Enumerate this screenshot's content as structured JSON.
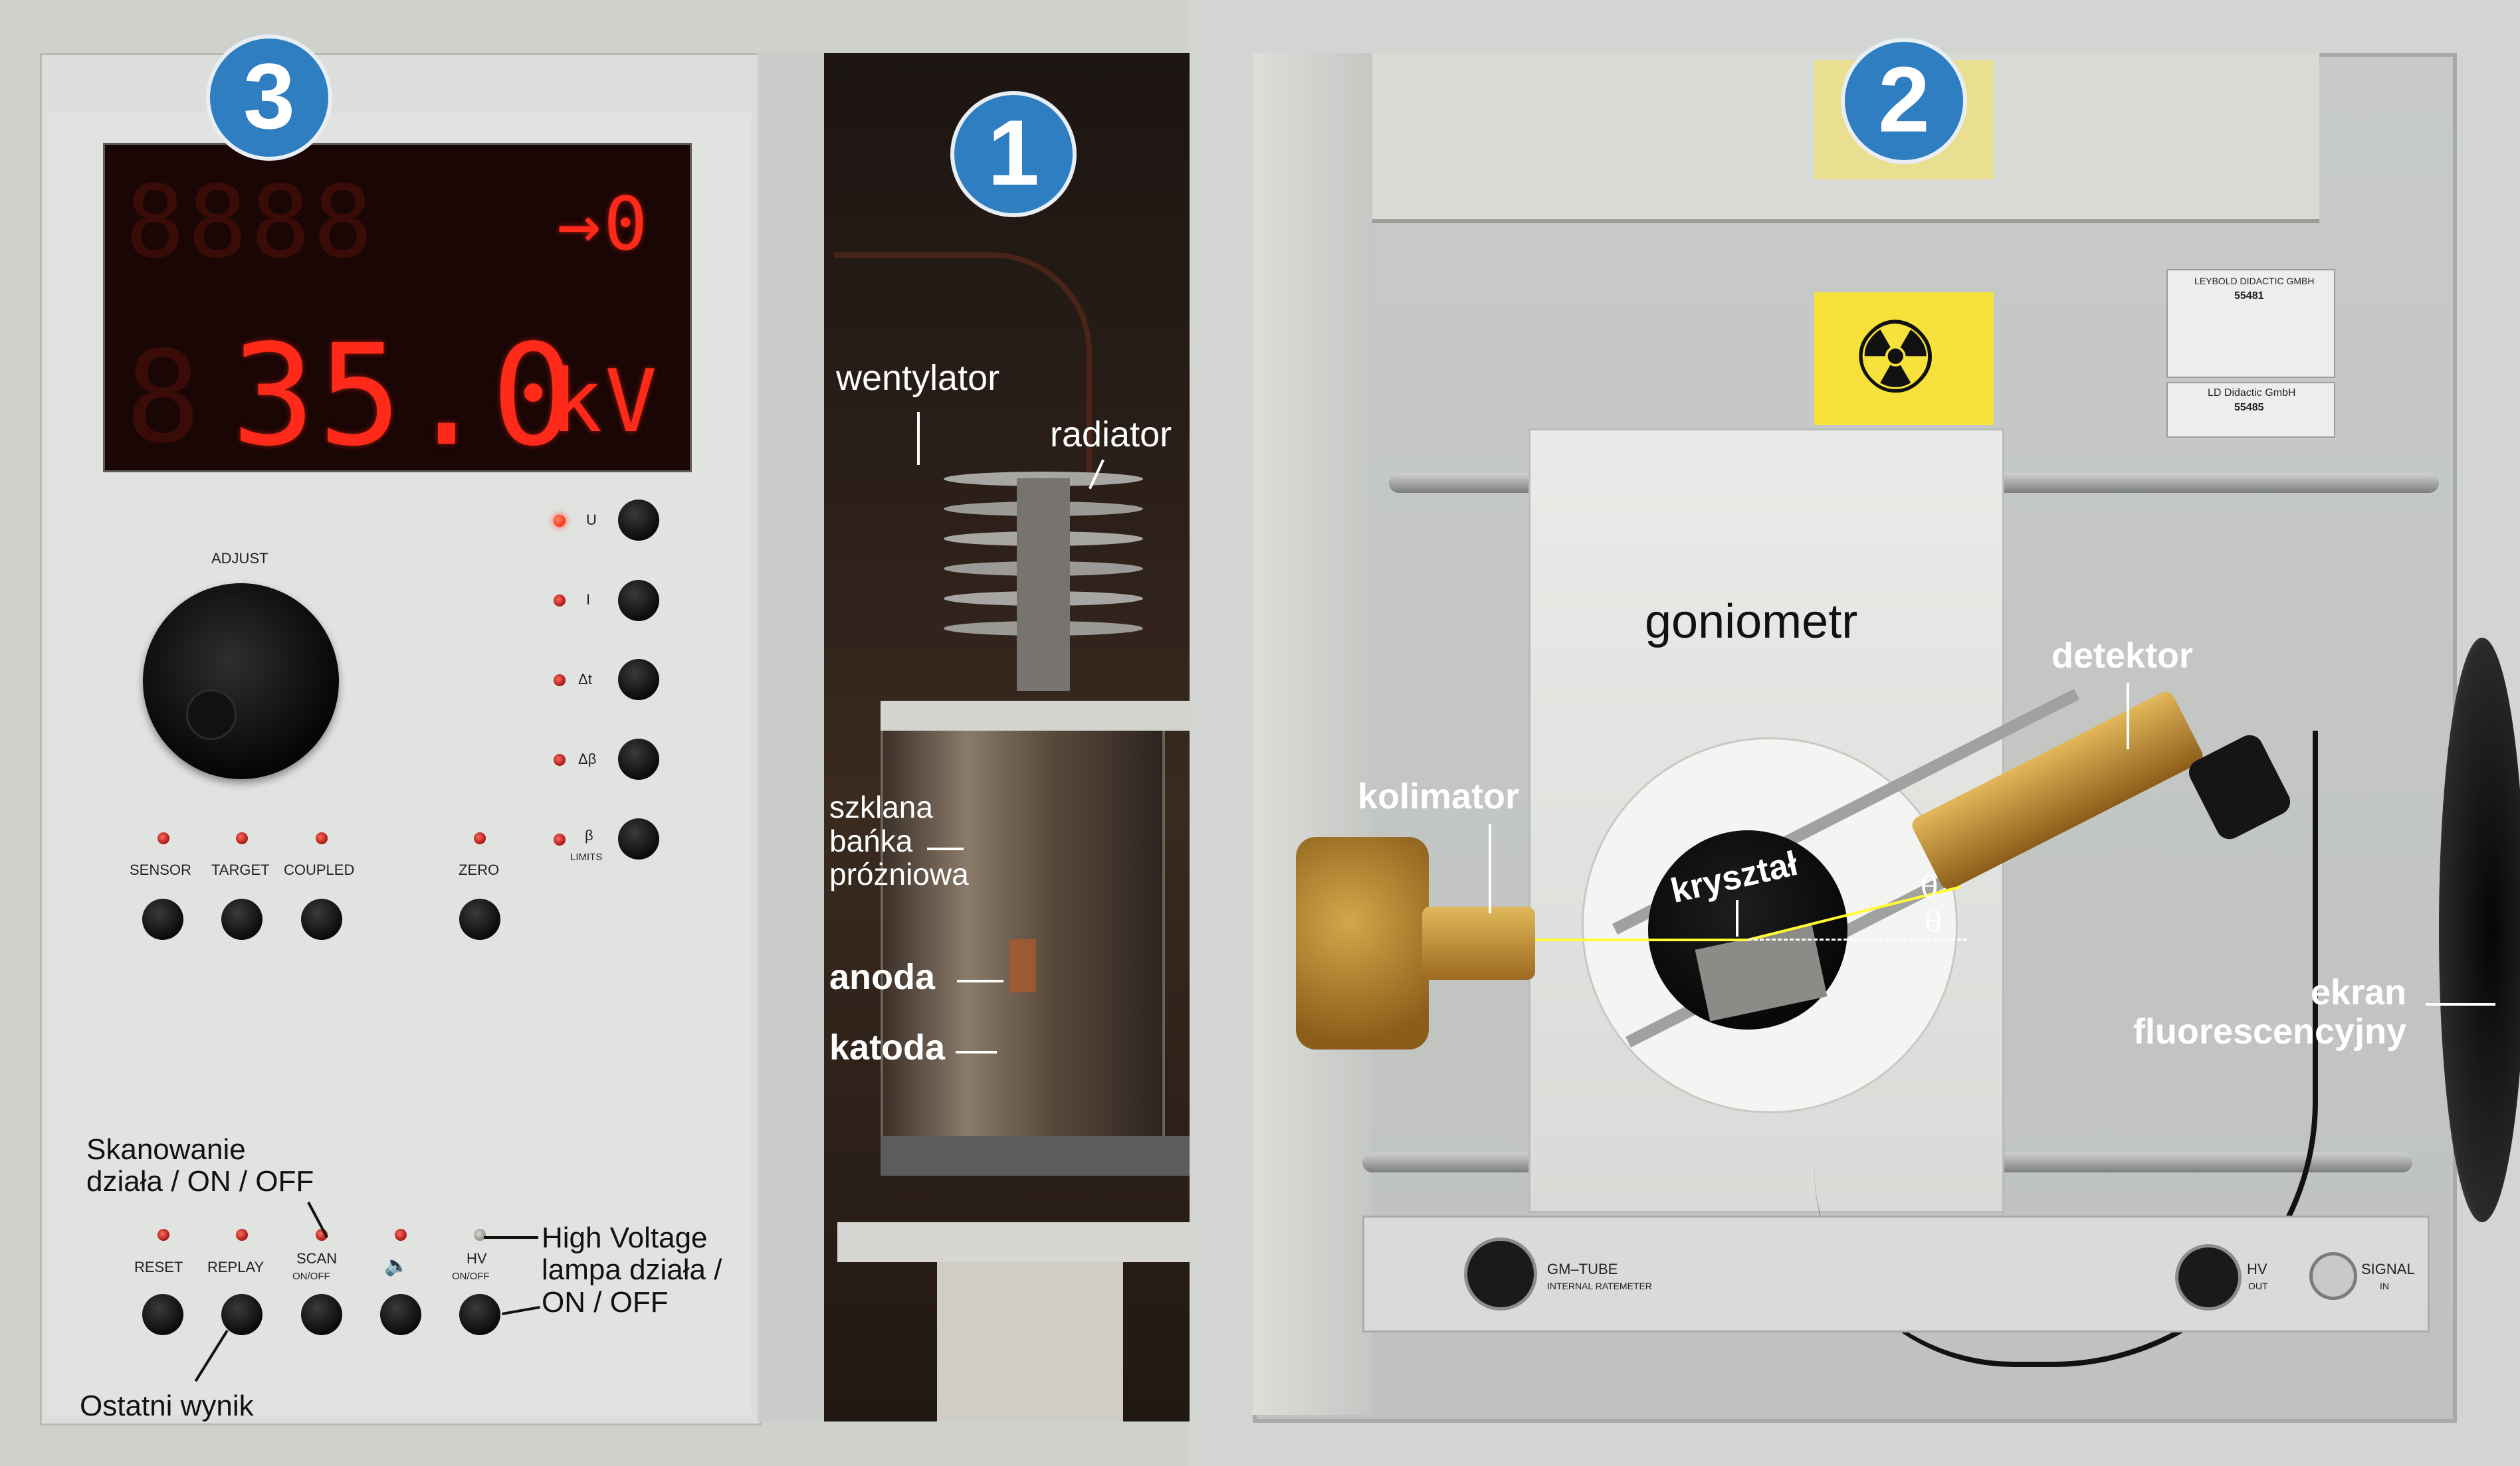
{
  "badges": {
    "one": "1",
    "two": "2",
    "three": "3"
  },
  "display": {
    "top_value": "",
    "top_unit": "→0",
    "main_value": "35.0",
    "main_unit": "kV"
  },
  "panel": {
    "adjust": "ADJUST",
    "side_keys": [
      {
        "label": "U"
      },
      {
        "label": "I"
      },
      {
        "label": "Δt"
      },
      {
        "label": "Δβ"
      },
      {
        "label": "β",
        "sub": "LIMITS"
      }
    ],
    "mid_keys": [
      "SENSOR",
      "TARGET",
      "COUPLED",
      "ZERO"
    ],
    "bottom_keys": [
      {
        "label": "RESET",
        "sub": ""
      },
      {
        "label": "REPLAY",
        "sub": ""
      },
      {
        "label": "SCAN",
        "sub": "ON/OFF"
      },
      {
        "label": "🔈",
        "sub": ""
      },
      {
        "label": "HV",
        "sub": "ON/OFF"
      }
    ]
  },
  "annotations_panel": {
    "scan_line1": "Skanowanie",
    "scan_line2": "działa / ON / OFF",
    "hv_line1": "High Voltage",
    "hv_line2": "lampa działa /",
    "hv_line3": "ON / OFF",
    "last_result": "Ostatni wynik"
  },
  "tube_labels": {
    "fan": "wentylator",
    "radiator": "radiator",
    "bulb_line1": "szklana",
    "bulb_line2": "bańka",
    "bulb_line3": "próżniowa",
    "anode": "anoda",
    "cathode": "katoda"
  },
  "gonio_labels": {
    "goniometer": "goniometr",
    "detector": "detektor",
    "collimator": "kolimator",
    "crystal": "kryształ",
    "theta1": "θ",
    "theta2": "θ",
    "screen_line1": "ekran",
    "screen_line2": "fluorescencyjny"
  },
  "base_labels": {
    "gm_tube": "GM–TUBE",
    "gm_sub": "INTERNAL RATEMETER",
    "hv": "HV",
    "hv_sub": "OUT",
    "signal": "SIGNAL",
    "signal_sub": "IN"
  },
  "plates": {
    "plate1_title": "LEYBOLD DIDACTIC GMBH",
    "plate1_num": "55481",
    "plate2_title": "LD Didactic GmbH",
    "plate2_num": "55485"
  },
  "colors": {
    "badge": "#2f7ec1",
    "led_red": "#ff2a1a",
    "brass": "#b8862e",
    "beam": "#ffff33"
  }
}
